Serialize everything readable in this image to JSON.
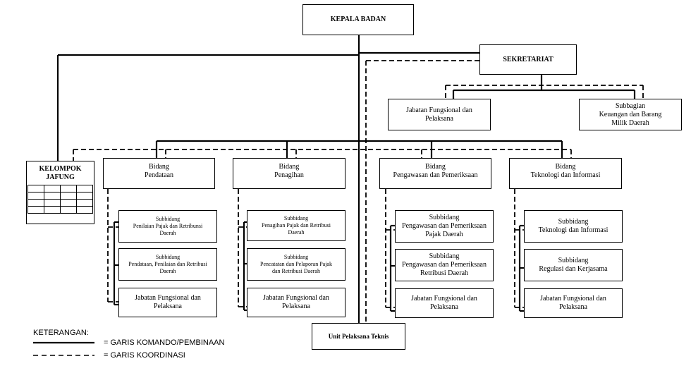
{
  "chart_title": "",
  "top": {
    "kepala": "KEPALA BADAN",
    "sekretariat": "SEKRETARIAT",
    "jafung_sek": "Jabatan Fungsional dan\nPelaksana",
    "subbagian": "Subbagian\nKeuangan dan Barang\nMilik Daerah",
    "kelompok": "KELOMPOK\nJAFUNG",
    "upt": "Unit Pelaksana Teknis"
  },
  "bidang": [
    {
      "title": "Bidang\nPendataan",
      "sub1": "Subbidang\nPenilaian Pajak dan Retribunsi\nDaerah",
      "sub2": "Subbidang\nPendataan, Penilaian dan Retribusi\nDaerah",
      "sub3": "Jabatan Fungsional dan\nPelaksana"
    },
    {
      "title": "Bidang\nPenagihan",
      "sub1": "Subbidang\nPenagihan Pajak dan Retribusi\nDaerah",
      "sub2": "Subbidang\nPencatatan dan Pelaporan Pajak\ndan Retribusi Daerah",
      "sub3": "Jabatan Fungsional dan\nPelaksana"
    },
    {
      "title": "Bidang\nPengawasan dan Pemeriksaan",
      "sub1": "Subbidang\nPengawasan dan Pemeriksaan\nPajak Daerah",
      "sub2": "Subbidang\nPengawasan dan Pemeriksaan\nRetribusi Daerah",
      "sub3": "Jabatan Fungsional dan\nPelaksana"
    },
    {
      "title": "Bidang\nTeknologi dan Informasi",
      "sub1": "Subbidang\nTeknologi dan Informasi",
      "sub2": "Subbidang\nRegulasi dan Kerjasama",
      "sub3": "Jabatan Fungsional dan\nPelaksana"
    }
  ],
  "legend": {
    "title": "KETERANGAN:",
    "solid": "= GARIS KOMANDO/PEMBINAAN",
    "dashed": "= GARIS KOORDINASI"
  }
}
